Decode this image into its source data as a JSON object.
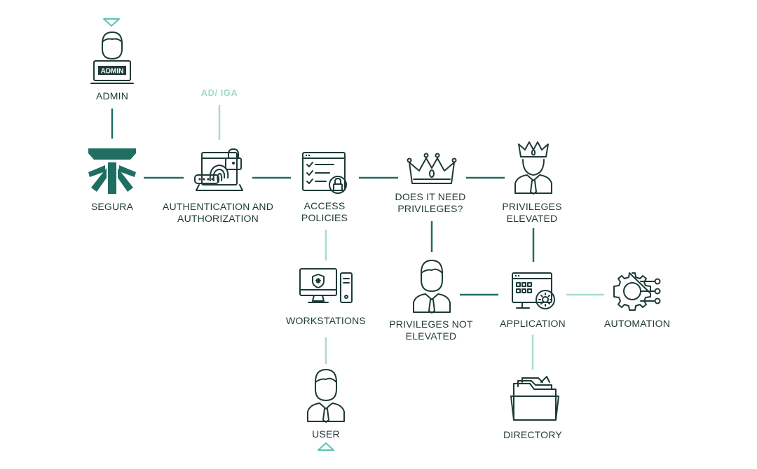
{
  "colors": {
    "icon": "#1d3a36",
    "brand": "#1f6e62",
    "connector_dark": "#1f6e62",
    "connector_light": "#a8dbd0",
    "accent_light": "#9fd9cc",
    "background": "#ffffff"
  },
  "nodes": {
    "admin": {
      "label": "ADMIN",
      "badge": "ADMIN",
      "icon": "admin-laptop-person-icon"
    },
    "ad_iga": {
      "label": "AD/ IGA"
    },
    "segura": {
      "label": "SEGURA",
      "icon": "segura-logo-icon"
    },
    "authentication": {
      "label_line1": "AUTHENTICATION AND",
      "label_line2": "AUTHORIZATION",
      "icon": "fingerprint-lock-monitor-icon"
    },
    "access_policies": {
      "label_line1": "ACCESS",
      "label_line2": "POLICIES",
      "icon": "checklist-lock-icon"
    },
    "does_it_need": {
      "label_line1": "DOES IT NEED",
      "label_line2": "PRIVILEGES?",
      "icon": "crown-icon"
    },
    "privileges_elevated": {
      "label_line1": "PRIVILEGES",
      "label_line2": "ELEVATED",
      "icon": "crowned-person-icon"
    },
    "workstations": {
      "label": "WORKSTATIONS",
      "icon": "workstation-shield-icon"
    },
    "user": {
      "label": "USER",
      "icon": "user-person-icon"
    },
    "privileges_not_elevated": {
      "label_line1": "PRIVILEGES NOT",
      "label_line2": "ELEVATED",
      "icon": "person-icon"
    },
    "application": {
      "label": "APPLICATION",
      "icon": "application-gear-icon"
    },
    "automation": {
      "label": "AUTOMATION",
      "icon": "automation-gear-icon"
    },
    "directory": {
      "label": "DIRECTORY",
      "icon": "folder-icon"
    }
  }
}
